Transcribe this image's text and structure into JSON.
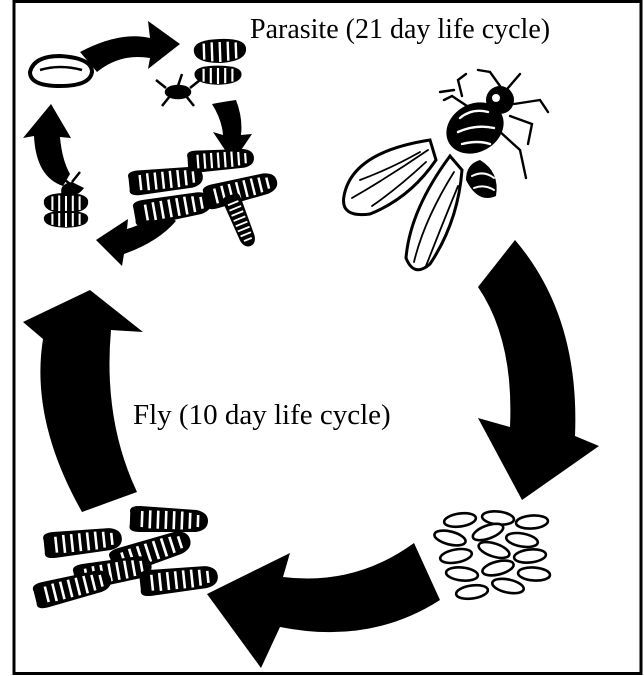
{
  "diagram": {
    "parasite_cycle_label": "Parasite (21 day life cycle)",
    "fly_cycle_label": "Fly (10 day life cycle)",
    "stages": {
      "outer": [
        "adult-fly",
        "eggs",
        "maggots"
      ],
      "inner": [
        "pupa",
        "wasp-emerging",
        "larvae",
        "pupae-with-wasp"
      ]
    },
    "colors": {
      "ink": "#000000",
      "paper": "#ffffff"
    }
  }
}
